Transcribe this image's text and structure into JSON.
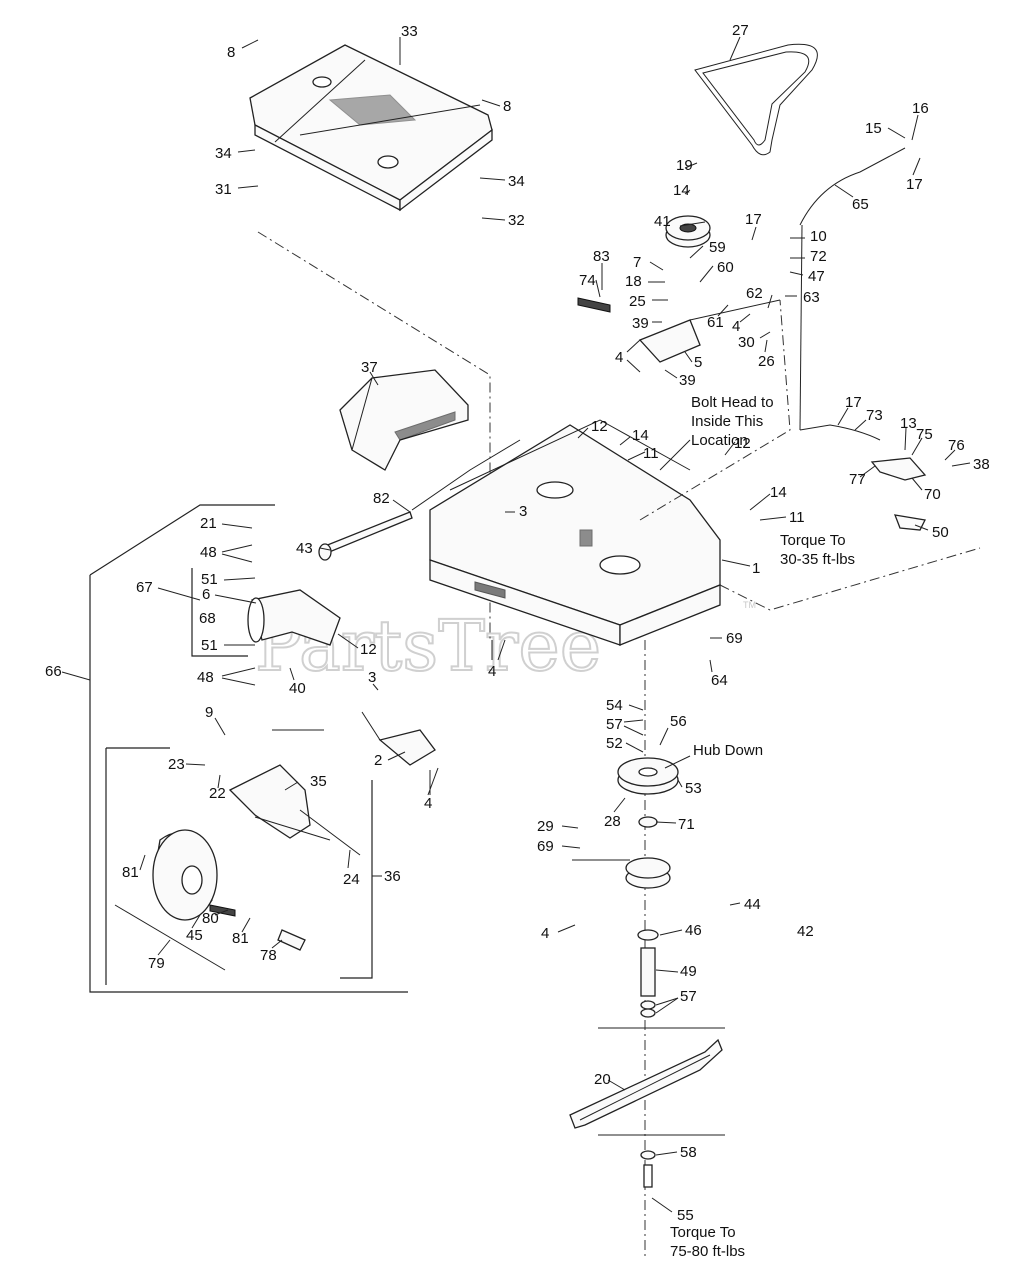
{
  "diagram": {
    "watermark": "PartsTree",
    "trademark": "TM",
    "notes": {
      "bolt_head": [
        "Bolt Head to",
        "Inside This",
        "Location"
      ],
      "torque_30": [
        "Torque To",
        "30-35 ft-lbs"
      ],
      "hub_down": "Hub Down",
      "torque_75": [
        "Torque To",
        "75-80 ft-lbs"
      ]
    },
    "callouts": {
      "c33": "33",
      "c8a": "8",
      "c8b": "8",
      "c34a": "34",
      "c31": "31",
      "c34b": "34",
      "c32": "32",
      "c27": "27",
      "c16": "16",
      "c15": "15",
      "c17a": "17",
      "c65": "65",
      "c19": "19",
      "c14a": "14",
      "c41": "41",
      "c59": "59",
      "c17b": "17",
      "c10": "10",
      "c72": "72",
      "c7": "7",
      "c60": "60",
      "c47": "47",
      "c83": "83",
      "c74": "74",
      "c18": "18",
      "c62": "62",
      "c63": "63",
      "c25": "25",
      "c61": "61",
      "c4a": "4",
      "c39a": "39",
      "c30": "30",
      "c26": "26",
      "c4b": "4",
      "c5": "5",
      "c39b": "39",
      "c37": "37",
      "c17c": "17",
      "c73": "73",
      "c13": "13",
      "c75": "75",
      "c76": "76",
      "c38": "38",
      "c77": "77",
      "c70": "70",
      "c12a": "12",
      "c14b": "14",
      "c11a": "11",
      "c12b": "12",
      "c14c": "14",
      "c11b": "11",
      "c3a": "3",
      "c82": "82",
      "c50": "50",
      "c21": "21",
      "c48a": "48",
      "c43": "43",
      "c1": "1",
      "c51a": "51",
      "c67": "67",
      "c6": "6",
      "c68": "68",
      "c12c": "12",
      "c51b": "51",
      "c69a": "69",
      "c66": "66",
      "c4c": "4",
      "c64": "64",
      "c48b": "48",
      "c40": "40",
      "c3b": "3",
      "c54": "54",
      "c57a": "57",
      "c56": "56",
      "c9": "9",
      "c52": "52",
      "c2": "2",
      "c23": "23",
      "c35": "35",
      "c53": "53",
      "c22": "22",
      "c4d": "4",
      "c28": "28",
      "c29": "29",
      "c71": "71",
      "c69b": "69",
      "c81a": "81",
      "c24": "24",
      "c36": "36",
      "c44": "44",
      "c4e": "4",
      "c46": "46",
      "c42": "42",
      "c80": "80",
      "c81b": "81",
      "c45": "45",
      "c78": "78",
      "c79": "79",
      "c49": "49",
      "c57b": "57",
      "c20": "20",
      "c58": "58",
      "c55": "55"
    }
  }
}
